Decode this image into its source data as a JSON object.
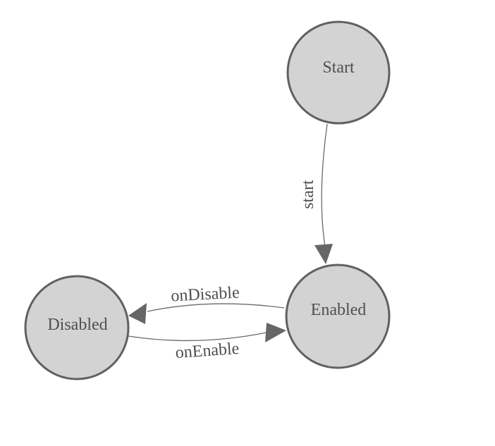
{
  "diagram": {
    "type": "state-machine",
    "nodes": {
      "start": {
        "label": "Start"
      },
      "enabled": {
        "label": "Enabled"
      },
      "disabled": {
        "label": "Disabled"
      }
    },
    "edges": {
      "start_to_enabled": {
        "label": "start",
        "from": "Start",
        "to": "Enabled"
      },
      "enabled_to_disabled": {
        "label": "onDisable",
        "from": "Enabled",
        "to": "Disabled"
      },
      "disabled_to_enabled": {
        "label": "onEnable",
        "from": "Disabled",
        "to": "Enabled"
      }
    },
    "colors": {
      "background": "#ffffff",
      "node_fill": "#d3d3d3",
      "node_stroke": "#606060",
      "edge_stroke": "#6a6a6a",
      "arrow_fill": "#666666",
      "label_color": "#4f4f4f"
    }
  }
}
